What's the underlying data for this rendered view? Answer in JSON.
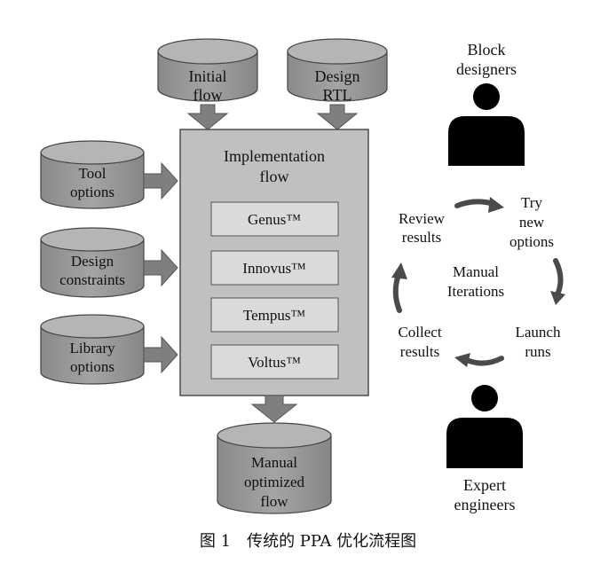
{
  "colors": {
    "cylinder_fill": "#9a9a9a",
    "cylinder_top": "#b9b9b9",
    "box_fill": "#c2c2c2",
    "tool_fill": "#dadada",
    "arrow_fill": "#7f7f7f",
    "person": "#000000"
  },
  "inputs": {
    "initial_flow": [
      "Initial",
      "flow"
    ],
    "design_rtl": [
      "Design",
      "RTL"
    ],
    "tool_options": [
      "Tool",
      "options"
    ],
    "design_constraints": [
      "Design",
      "constraints"
    ],
    "library_options": [
      "Library",
      "options"
    ]
  },
  "implementation": {
    "title": [
      "Implementation",
      "flow"
    ],
    "tools": [
      "Genus™",
      "Innovus™",
      "Tempus™",
      "Voltus™"
    ]
  },
  "output": [
    "Manual",
    "optimized",
    "flow"
  ],
  "people": {
    "block": [
      "Block",
      "designers"
    ],
    "expert": [
      "Expert",
      "engineers"
    ]
  },
  "cycle": {
    "center": [
      "Manual",
      "Iterations"
    ],
    "try": [
      "Try",
      "new",
      "options"
    ],
    "launch": [
      "Launch",
      "runs"
    ],
    "collect": [
      "Collect",
      "results"
    ],
    "review": [
      "Review",
      "results"
    ]
  },
  "caption": "图 1　传统的 PPA 优化流程图"
}
